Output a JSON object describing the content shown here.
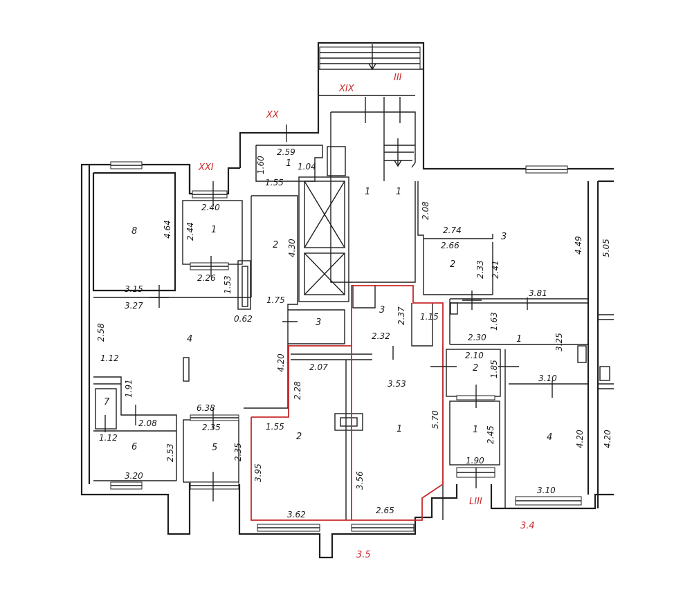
{
  "plan": {
    "markers": {
      "xix": "XIX",
      "iii": "III",
      "xx": "XX",
      "xxi": "XXI",
      "liii": "LIII",
      "p35": "3.5",
      "p34": "3.4"
    },
    "rooms": {
      "r8": "8",
      "r1_tl": "1",
      "r2_hall": "2",
      "r3_mid": "3",
      "r4_big": "4",
      "r7": "7",
      "r6": "6",
      "r5": "5",
      "r1_stair_a": "1",
      "r1_stair_b": "1",
      "r1_xx": "1",
      "r3_tr": "3",
      "r2_tr": "2",
      "r3_red": "3",
      "r1_right": "1",
      "r2_right": "2",
      "r2_red": "2",
      "r1_red": "1",
      "r1_small": "1",
      "r4_right": "4"
    },
    "dims": {
      "d259": "2.59",
      "d160": "1.60",
      "d104": "1.04",
      "d155a": "1.55",
      "d240": "2.40",
      "d244": "2.44",
      "d464": "4.64",
      "d430": "4.30",
      "d226": "2.26",
      "d153": "1.53",
      "d175": "1.75",
      "d062": "0.62",
      "d315": "3.15",
      "d327": "3.27",
      "d258": "2.58",
      "d112a": "1.12",
      "d191": "1.91",
      "d208a": "2.08",
      "d112b": "1.12",
      "d638": "6.38",
      "d235a": "2.35",
      "d253": "2.53",
      "d235b": "2.35",
      "d320": "3.20",
      "d420a": "4.20",
      "d207": "2.07",
      "d228": "2.28",
      "d155b": "1.55",
      "d395": "3.95",
      "d362": "3.62",
      "d237": "2.37",
      "d232": "2.32",
      "d115": "1.15",
      "d353": "3.53",
      "d570": "5.70",
      "d356": "3.56",
      "d265": "2.65",
      "d208b": "2.08",
      "d274": "2.74",
      "d266": "2.66",
      "d233": "2.33",
      "d241": "2.41",
      "d449": "4.49",
      "d505": "5.05",
      "d381": "3.81",
      "d163": "1.63",
      "d230": "2.30",
      "d325": "3.25",
      "d210": "2.10",
      "d185": "1.85",
      "d310a": "3.10",
      "d245": "2.45",
      "d190": "1.90",
      "d420b": "4.20",
      "d420c": "4.20",
      "d310b": "3.10"
    }
  }
}
